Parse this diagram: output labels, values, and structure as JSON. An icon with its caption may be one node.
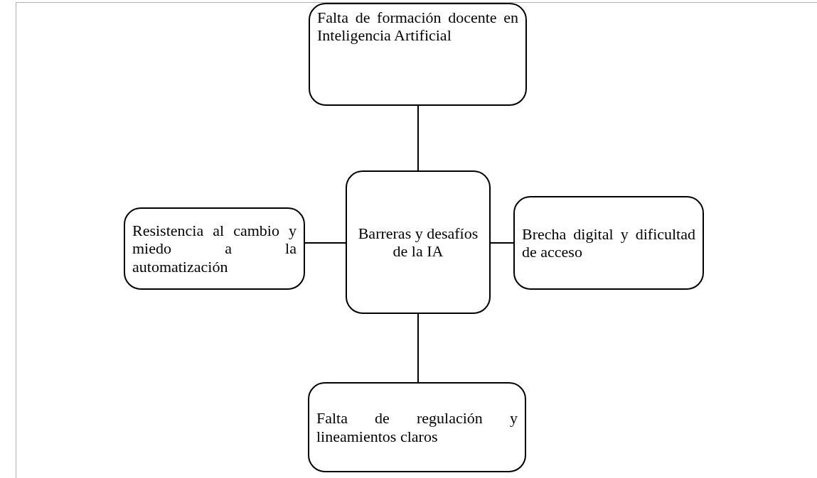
{
  "diagram": {
    "nodes": [
      {
        "text": [
          "Falta de formación docente en Inteligencia Artificial"
        ]
      },
      {
        "text": [
          "Resistencia al cambio y miedo a la automatización"
        ]
      },
      {
        "text": [
          "Barreras y desafíos de la IA"
        ]
      },
      {
        "text": [
          "Brecha digital y dificultad de acceso"
        ]
      },
      {
        "text": [
          "Falta de regulación y lineamientos claros"
        ]
      }
    ],
    "edges": [
      {
        "from": 2,
        "to": 0,
        "arrow": "none"
      },
      {
        "from": 1,
        "to": 2,
        "arrow": "none"
      },
      {
        "from": 2,
        "to": 3,
        "arrow": "none"
      },
      {
        "from": 2,
        "to": 4,
        "arrow": "none"
      }
    ]
  }
}
